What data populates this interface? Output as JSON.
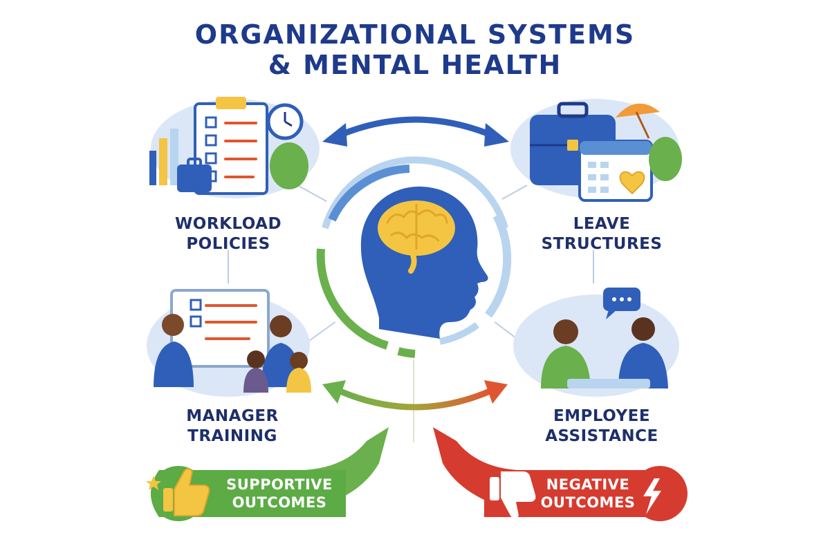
{
  "title": {
    "line1": "ORGANIZATIONAL SYSTEMS",
    "line2": "& MENTAL HEALTH"
  },
  "systems": {
    "workload": {
      "line1": "WORKLOAD",
      "line2": "POLICIES",
      "icon": "clipboard-checklist-icon"
    },
    "leave": {
      "line1": "LEAVE",
      "line2": "STRUCTURES",
      "icon": "briefcase-calendar-icon"
    },
    "manager": {
      "line1": "MANAGER",
      "line2": "TRAINING",
      "icon": "training-presentation-icon"
    },
    "assistance": {
      "line1": "EMPLOYEE",
      "line2": "ASSISTANCE",
      "icon": "counseling-conversation-icon"
    }
  },
  "center": {
    "icon": "head-brain-icon"
  },
  "outcomes": {
    "supportive": {
      "line1": "SUPPORTIVE",
      "line2": "OUTCOMES",
      "icon": "thumbs-up-icon",
      "color": "#4caf50"
    },
    "negative": {
      "line1": "NEGATIVE",
      "line2": "OUTCOMES",
      "icon": "thumbs-down-icon",
      "color": "#d32f2f"
    }
  },
  "colors": {
    "navy": "#1e3a8a",
    "blue": "#2f5fb8",
    "light_blue": "#b9d4ef",
    "green": "#6ab04c",
    "red": "#d63b2f",
    "brain": "#f4c542"
  }
}
